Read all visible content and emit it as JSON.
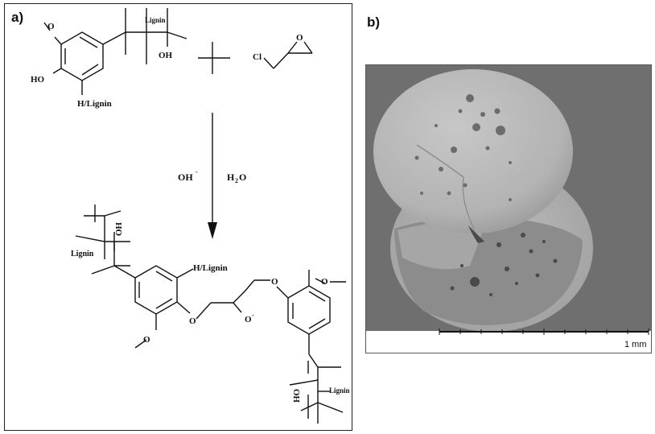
{
  "panels": {
    "a_label": "a)",
    "b_label": "b)"
  },
  "reactant1": {
    "ho": "HO",
    "h_lignin": "H/Lignin",
    "lignin": "Lignin",
    "oh": "OH"
  },
  "reactant2": {
    "cl": "Cl",
    "o": "O"
  },
  "conditions": {
    "hydroxide": "OH",
    "hydroxide_charge": "-",
    "water_h": "H",
    "water_sub": "2",
    "water_o": "O"
  },
  "product": {
    "ho_top": "HO",
    "lignin_left": "Lignin",
    "h_lignin": "H/Lignin",
    "o_ether_left": "O",
    "o_ether_right": "O",
    "o_alkoxide": "O",
    "o_alkoxide_charge": "-",
    "lignin_right": "Lignin",
    "ho_bottom": "HO"
  },
  "sem": {
    "scale_label": "1 mm"
  },
  "colors": {
    "sem_background": "#6f6f6f",
    "sphere_surface": "#b9b9b9",
    "lines": "#111111"
  }
}
